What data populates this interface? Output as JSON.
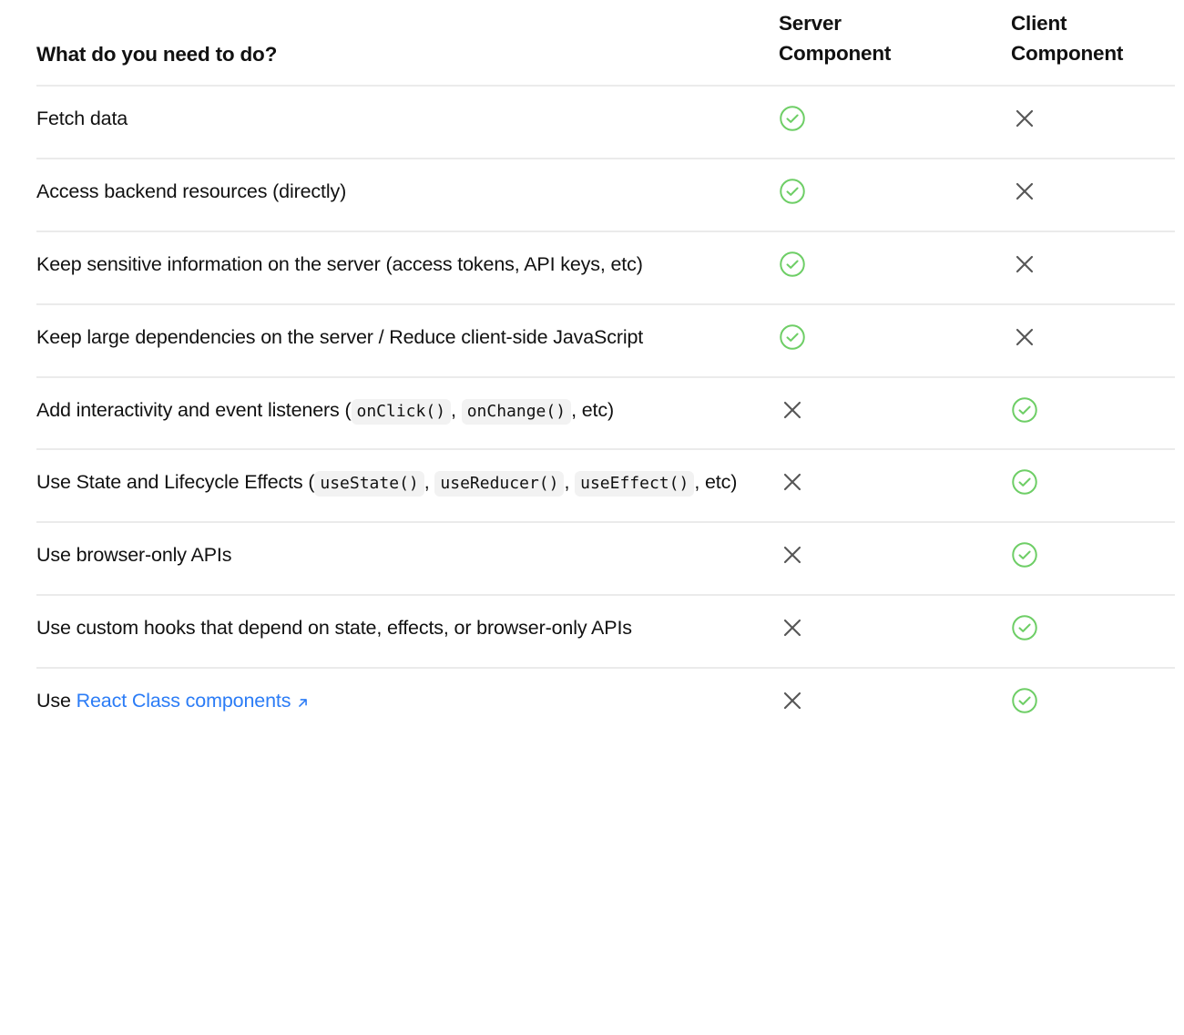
{
  "table": {
    "columns": [
      {
        "id": "what",
        "label": "What do you need to do?",
        "lines": [
          "What do you need to do?"
        ]
      },
      {
        "id": "server",
        "label": "Server Component",
        "lines": [
          "Server",
          "Component"
        ]
      },
      {
        "id": "client",
        "label": "Client Component",
        "lines": [
          "Client",
          "Component"
        ]
      }
    ],
    "rows": [
      {
        "task_prefix": "Fetch data",
        "task_codes": [],
        "task_suffix": "",
        "server": "yes",
        "client": "no"
      },
      {
        "task_prefix": "Access backend resources (directly)",
        "task_codes": [],
        "task_suffix": "",
        "server": "yes",
        "client": "no"
      },
      {
        "task_prefix": "Keep sensitive information on the server (access tokens, API keys, etc)",
        "task_codes": [],
        "task_suffix": "",
        "server": "yes",
        "client": "no"
      },
      {
        "task_prefix": "Keep large dependencies on the server / Reduce client-side JavaScript",
        "task_codes": [],
        "task_suffix": "",
        "server": "yes",
        "client": "no"
      },
      {
        "task_prefix": "Add interactivity and event listeners (",
        "task_codes": [
          "onClick()",
          "onChange()"
        ],
        "task_suffix": ", etc)",
        "server": "no",
        "client": "yes"
      },
      {
        "task_prefix": "Use State and Lifecycle Effects (",
        "task_codes": [
          "useState()",
          "useReducer()",
          "useEffect()"
        ],
        "task_suffix": ", etc)",
        "server": "no",
        "client": "yes"
      },
      {
        "task_prefix": "Use browser-only APIs",
        "task_codes": [],
        "task_suffix": "",
        "server": "no",
        "client": "yes"
      },
      {
        "task_prefix": "Use custom hooks that depend on state, effects, or browser-only APIs",
        "task_codes": [],
        "task_suffix": "",
        "server": "no",
        "client": "yes"
      },
      {
        "task_prefix": "Use ",
        "task_codes": [],
        "task_suffix": "",
        "link": {
          "text": "React Class components",
          "icon": "external-link-arrow-icon"
        },
        "server": "no",
        "client": "yes"
      }
    ]
  },
  "icons": {
    "yes": {
      "name": "check-circle-icon",
      "glyph": "✓"
    },
    "no": {
      "name": "cross-icon",
      "glyph": "×"
    }
  },
  "colors": {
    "check_green": "#6ece66",
    "cross_gray": "#575757",
    "link_blue": "#2b7cf6",
    "row_border": "#ebebeb",
    "code_background": "#f2f2f2",
    "text": "#111111",
    "page_background": "#ffffff"
  }
}
